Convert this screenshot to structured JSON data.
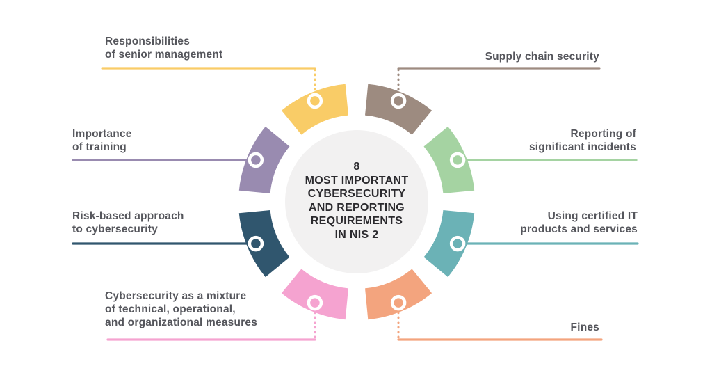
{
  "title": {
    "text": "8\nMOST IMPORTANT\nCYBERSECURITY\nAND REPORTING\nREQUIREMENTS\nIN NIS 2"
  },
  "items": [
    {
      "id": "responsibilities",
      "label": "Responsibilities\nof senior management",
      "color": "#F9CC67"
    },
    {
      "id": "supply-chain",
      "label": "Supply chain security",
      "color": "#9D8B80"
    },
    {
      "id": "reporting",
      "label": "Reporting of\nsignificant incidents",
      "color": "#A5D3A2"
    },
    {
      "id": "certified-it",
      "label": "Using certified IT\nproducts and services",
      "color": "#6BB2B6"
    },
    {
      "id": "fines",
      "label": "Fines",
      "color": "#F3A47E"
    },
    {
      "id": "mixture",
      "label": "Cybersecurity as a mixture\nof technical, operational,\nand organizational measures",
      "color": "#F5A3D0"
    },
    {
      "id": "risk-based",
      "label": "Risk-based approach\nto cybersecurity",
      "color": "#30566E"
    },
    {
      "id": "importance",
      "label": "Importance\nof training",
      "color": "#998BB0"
    }
  ],
  "colors": {
    "background": "#FFFFFF",
    "center_circle": "#F2F1F1",
    "label_text": "#55565C",
    "title_text": "#2B2A2E",
    "connector_ring": "#FFFFFF"
  }
}
